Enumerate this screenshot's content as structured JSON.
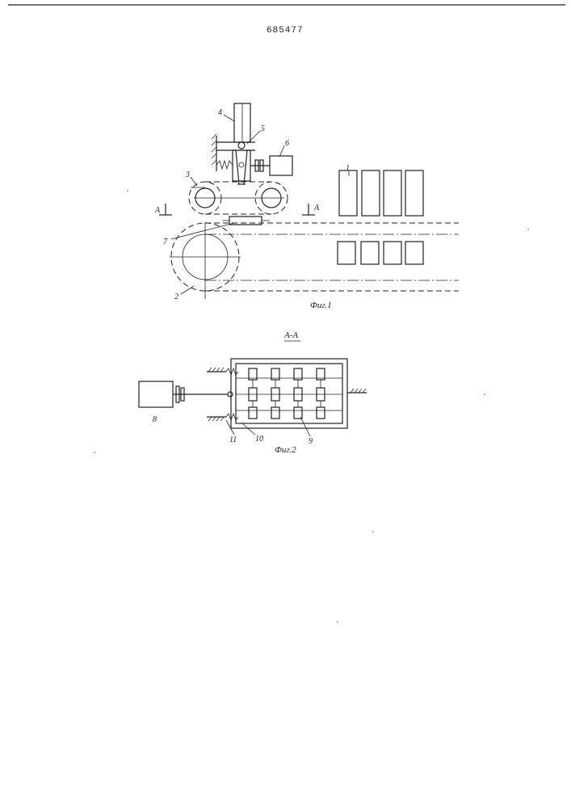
{
  "page": {
    "patent_number": "685477"
  },
  "figure1": {
    "caption": "Фиг.1",
    "section_marker": "A",
    "labels": {
      "1": "1",
      "2": "2",
      "3": "3",
      "4": "4",
      "5": "5",
      "6": "6",
      "7": "7"
    }
  },
  "figure2": {
    "section_title": "А-А",
    "caption": "Фиг.2",
    "labels": {
      "8": "8",
      "9": "9",
      "10": "10",
      "11": "11"
    }
  }
}
